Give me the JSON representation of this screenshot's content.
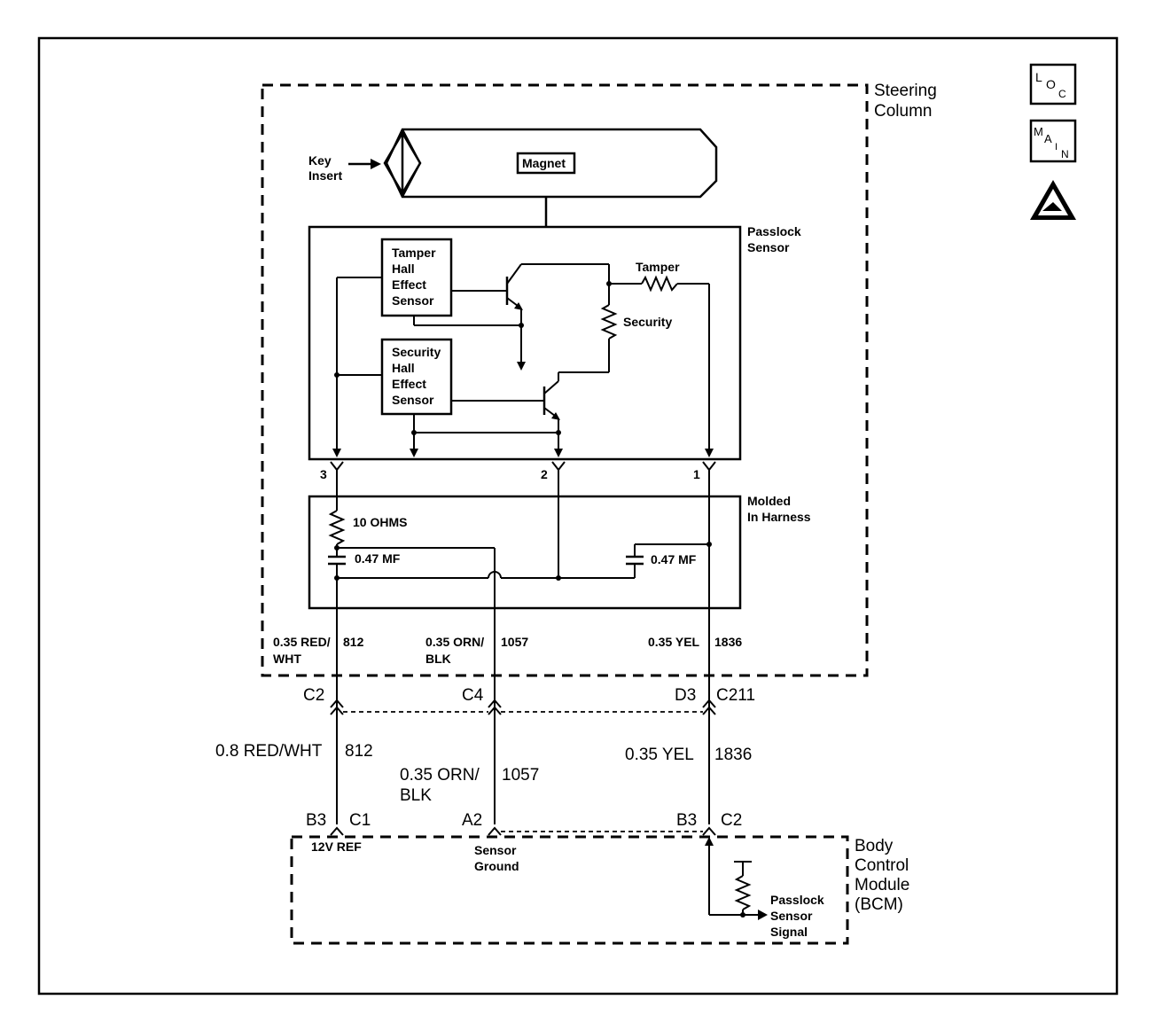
{
  "steering_column": {
    "line1": "Steering",
    "line2": "Column"
  },
  "icons": {
    "loc_l": "L",
    "loc_o": "O",
    "loc_c": "C",
    "main_m": "M",
    "main_a": "A",
    "main_i": "I",
    "main_n": "N",
    "esd": "esd-warning-icon"
  },
  "key_insert": {
    "line1": "Key",
    "line2": "Insert"
  },
  "magnet": "Magnet",
  "passlock_sensor": {
    "line1": "Passlock",
    "line2": "Sensor"
  },
  "tamper_hall": {
    "line1": "Tamper",
    "line2": "Hall",
    "line3": "Effect",
    "line4": "Sensor"
  },
  "security_hall": {
    "line1": "Security",
    "line2": "Hall",
    "line3": "Effect",
    "line4": "Sensor"
  },
  "resistors": {
    "tamper": "Tamper",
    "security": "Security",
    "ten_ohms": "10 OHMS"
  },
  "pins": {
    "p3": "3",
    "p2": "2",
    "p1": "1"
  },
  "molded_harness": {
    "line1": "Molded",
    "line2": "In Harness"
  },
  "capacitors": {
    "left": "0.47 MF",
    "right": "0.47 MF"
  },
  "inner_wires": {
    "red_wht_1": "0.35 RED/",
    "red_wht_2": "WHT",
    "red_wht_circuit": "812",
    "orn_blk_1": "0.35 ORN/",
    "orn_blk_2": "BLK",
    "orn_blk_circuit": "1057",
    "yel": "0.35 YEL",
    "yel_circuit": "1836"
  },
  "connector_c211": {
    "c2": "C2",
    "c4": "C4",
    "d3": "D3",
    "name": "C211"
  },
  "outer_wires": {
    "red_wht": "0.8 RED/WHT",
    "red_wht_circuit": "812",
    "orn_blk_1": "0.35 ORN/",
    "orn_blk_2": "BLK",
    "orn_blk_circuit": "1057",
    "yel": "0.35 YEL",
    "yel_circuit": "1836"
  },
  "bcm_connectors": {
    "b3_left": "B3",
    "c1": "C1",
    "a2": "A2",
    "b3_right": "B3",
    "c2": "C2"
  },
  "bcm_labels": {
    "ref": "12V REF",
    "ground_1": "Sensor",
    "ground_2": "Ground",
    "signal_1": "Passlock",
    "signal_2": "Sensor",
    "signal_3": "Signal"
  },
  "bcm": {
    "line1": "Body",
    "line2": "Control",
    "line3": "Module",
    "line4": "(BCM)"
  }
}
